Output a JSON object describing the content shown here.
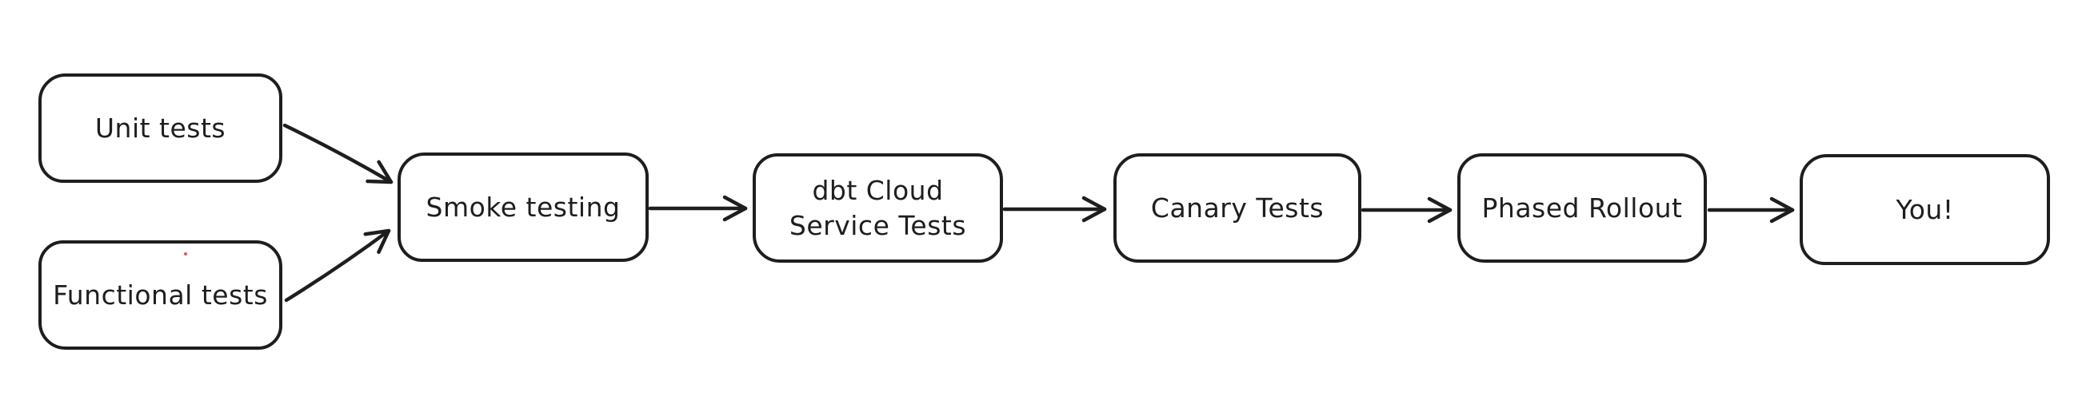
{
  "diagram": {
    "type": "flowchart",
    "style": "hand-drawn (excalidraw-like)",
    "background_color": "#ffffff",
    "stroke_color": "#1e1e1e",
    "box_fill_color": "#ffffff",
    "speck_color": "#cf5f5f",
    "nodes": [
      {
        "id": "unit-tests",
        "label": "Unit tests"
      },
      {
        "id": "functional-tests",
        "label": "Functional tests"
      },
      {
        "id": "smoke-testing",
        "label": "Smoke testing"
      },
      {
        "id": "dbt-cloud-service-tests",
        "label": "dbt Cloud\nService Tests"
      },
      {
        "id": "canary-tests",
        "label": "Canary Tests"
      },
      {
        "id": "phased-rollout",
        "label": "Phased Rollout"
      },
      {
        "id": "you",
        "label": "You!"
      }
    ],
    "edges": [
      {
        "from": "unit-tests",
        "to": "smoke-testing"
      },
      {
        "from": "functional-tests",
        "to": "smoke-testing"
      },
      {
        "from": "smoke-testing",
        "to": "dbt-cloud-service-tests"
      },
      {
        "from": "dbt-cloud-service-tests",
        "to": "canary-tests"
      },
      {
        "from": "canary-tests",
        "to": "phased-rollout"
      },
      {
        "from": "phased-rollout",
        "to": "you"
      }
    ]
  }
}
